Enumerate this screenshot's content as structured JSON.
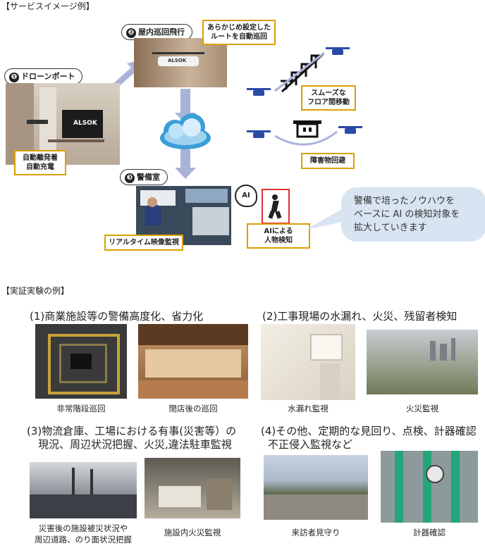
{
  "service_section": {
    "title": "【サービスイメージ例】",
    "drone_port": {
      "num": "❶",
      "label": "ドローンポート",
      "photo_brand": "ALSOK",
      "caption_line1": "自動離発着",
      "caption_line2": "自動充電"
    },
    "indoor_patrol": {
      "num": "❷",
      "label": "屋内巡回飛行",
      "photo_brand": "ALSOK",
      "caption_line1": "あらかじめ設定した",
      "caption_line2": "ルートを自動巡回"
    },
    "security_room": {
      "num": "❸",
      "label": "警備室",
      "caption": "リアルタイム映像監視"
    },
    "stairs": {
      "caption_line1": "スムーズな",
      "caption_line2": "フロア間移動"
    },
    "obstacle": {
      "caption": "障害物回避"
    },
    "ai": {
      "badge": "AI",
      "caption_line1": "AIによる",
      "caption_line2": "人物検知"
    },
    "bubble": {
      "line1": "警備で培ったノウハウを",
      "line2": "ベースに AI の検知対象を",
      "line3": "拡大していきます"
    }
  },
  "demo_section": {
    "title": "【実証実験の例】",
    "groups": [
      {
        "header": "(1)商業施設等の警備高度化、省力化",
        "photos": [
          {
            "caption": "非常階段巡回"
          },
          {
            "caption": "閉店後の巡回"
          }
        ]
      },
      {
        "header": "(2)工事現場の水漏れ、火災、残留者検知",
        "photos": [
          {
            "caption": "水漏れ監視"
          },
          {
            "caption": "火災監視"
          }
        ]
      },
      {
        "header_line1": "(3)物流倉庫、工場における有事(災害等）の",
        "header_line2": "現況、周辺状況把握、火災,違法駐車監視",
        "photos": [
          {
            "caption_line1": "災害後の施設被災状況や",
            "caption_line2": "周辺道路、のり面状況把握"
          },
          {
            "caption": "施設内火災監視"
          }
        ]
      },
      {
        "header_line1": "(4)その他、定期的な見回り、点検、計器確認",
        "header_line2": "不正侵入監視など",
        "photos": [
          {
            "caption": "来訪者見守り"
          },
          {
            "caption": "計器確認"
          }
        ]
      }
    ]
  },
  "colors": {
    "box_border": "#d8a000",
    "arrow": "#a9b3d8",
    "bubble": "#d8e4f2",
    "drone": "#2b4aa8",
    "alert": "#e03030"
  }
}
